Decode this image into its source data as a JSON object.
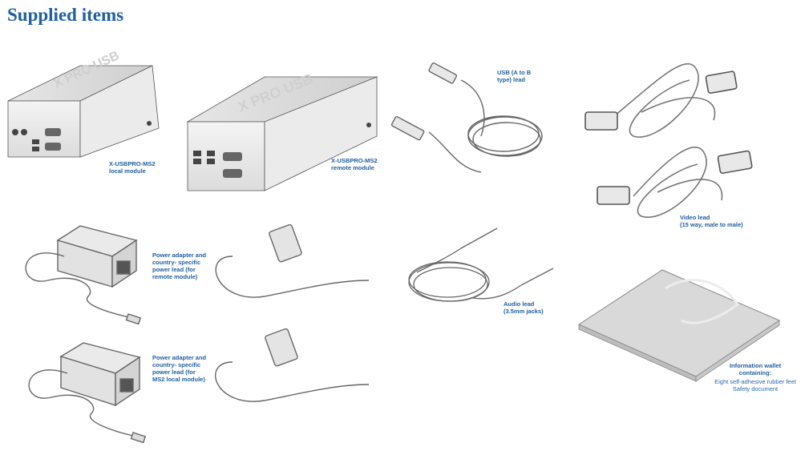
{
  "title": "Supplied items",
  "items": {
    "local_module": {
      "line1": "X-USBPRO-MS2",
      "line2": "local module"
    },
    "remote_module": {
      "line1": "X-USBPRO-MS2",
      "line2": "remote module"
    },
    "usb_lead": {
      "line1": "USB (A to B",
      "line2": "type) lead"
    },
    "video_lead": {
      "line1": "Video lead",
      "line2": "(15 way, male to male)"
    },
    "power_remote": {
      "line1": "Power adapter and",
      "line2": "country- specific",
      "line3": "power lead (for",
      "line4": "remote module)"
    },
    "power_local": {
      "line1": "Power adapter and",
      "line2": "country- specific",
      "line3": "power lead (for",
      "line4": "MS2 local module)"
    },
    "audio_lead": {
      "line1": "Audio lead",
      "line2": "(3.5mm jacks)"
    },
    "info_wallet": {
      "line1": "Information wallet",
      "line2": "containing:",
      "line3": "Eight self-adhesive rubber feet",
      "line4": "Safety document"
    }
  }
}
